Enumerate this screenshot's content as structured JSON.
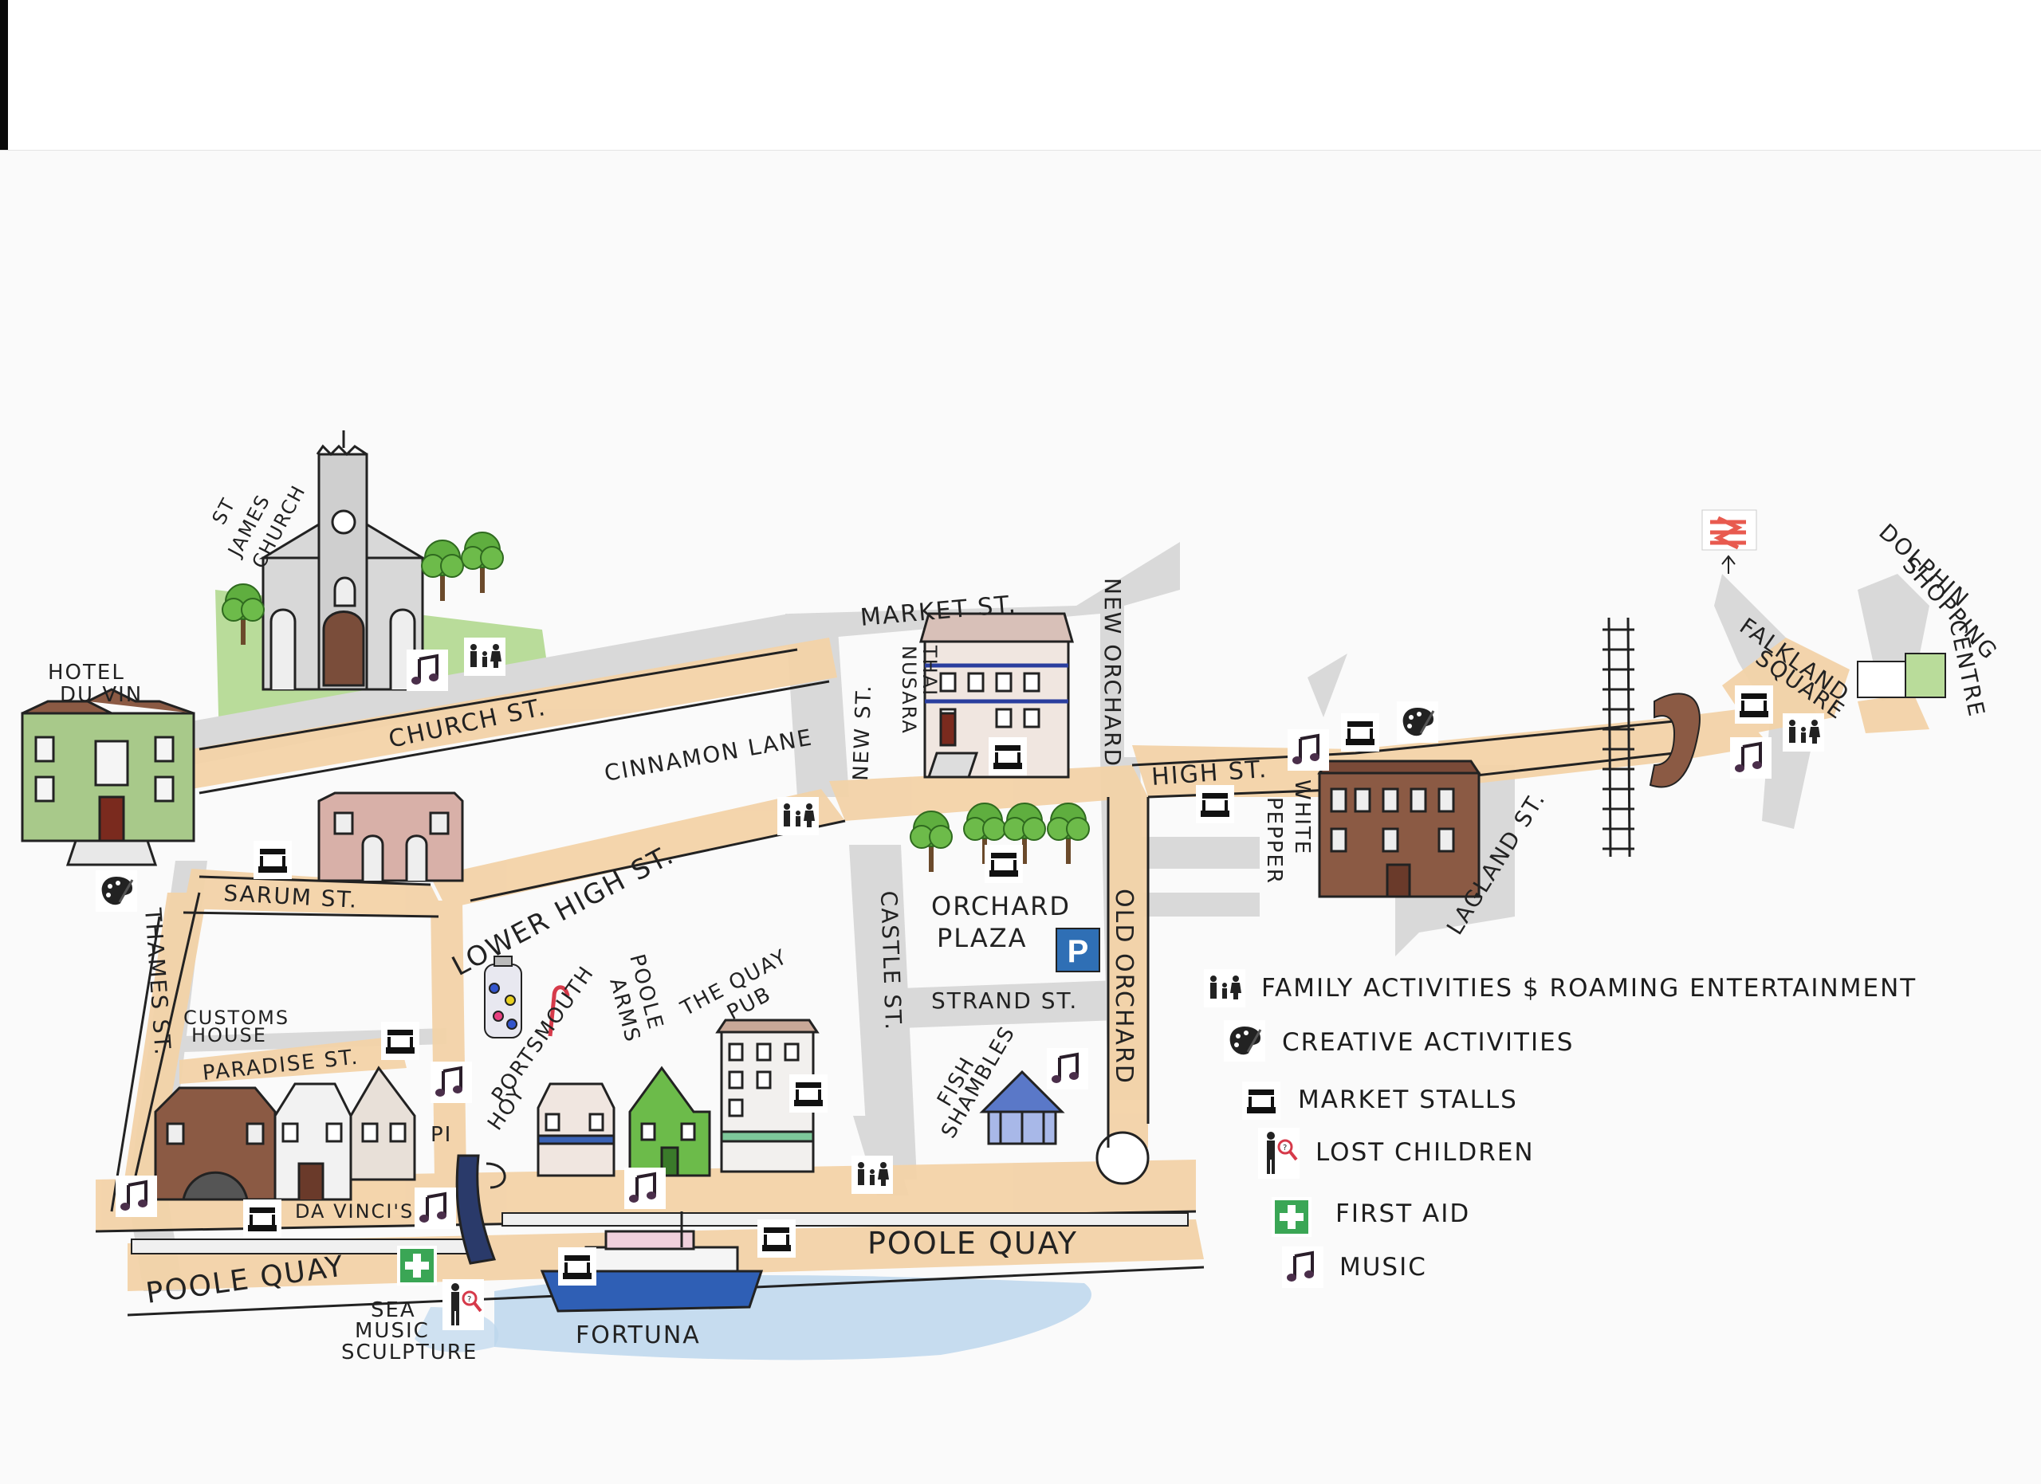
{
  "title": "",
  "labels": {
    "hotel_du_vin": [
      "HOTEL",
      "DU VIN"
    ],
    "st_james_church": [
      "ST",
      "JAMES",
      "CHURCH"
    ],
    "church_st": "CHURCH ST.",
    "market_st": "MARKET ST.",
    "cinnamon_lane": "CINNAMON LANE",
    "new_st": "NEW ST.",
    "nusara_thai": [
      "NUSARA",
      "THAI"
    ],
    "new_orchard": "NEW ORCHARD",
    "high_st": "HIGH ST.",
    "white_pepper": [
      "WHITE",
      "PEPPER"
    ],
    "lagland_st": "LAGLAND ST.",
    "falkland_square": [
      "FALKLAND",
      "SQUARE"
    ],
    "dolphin_shopping_centre": [
      "DOLPHIN",
      "SHOPPING",
      "CENTRE"
    ],
    "sarum_st": "SARUM ST.",
    "lower_high_st": "LOWER HIGH ST.",
    "thames_st": "THAMES ST.",
    "customs_house": [
      "CUSTOMS",
      "HOUSE"
    ],
    "paradise_st": "PARADISE ST.",
    "portsmouth_hoy": [
      "PORTSMOUTH",
      "HOY"
    ],
    "poole_arms": [
      "POOLE",
      "ARMS"
    ],
    "the_quay_pub": [
      "THE QUAY",
      "PUB"
    ],
    "castle_st": "CASTLE ST.",
    "orchard_plaza": [
      "ORCHARD",
      "PLAZA"
    ],
    "strand_st": "STRAND ST.",
    "old_orchard": "OLD ORCHARD",
    "fish_shambles": [
      "FISH",
      "SHAMBLES"
    ],
    "da_vincis": "DA VINCI'S",
    "pi": "PI",
    "poole_quay_left": "POOLE QUAY",
    "poole_quay_right": "POOLE QUAY",
    "sea_music_sculpture": [
      "SEA",
      "MUSIC",
      "SCULPTURE"
    ],
    "fortuna": "FORTUNA",
    "parking": "P"
  },
  "legend": [
    {
      "icon": "family-icon",
      "label": "FAMILY ACTIVITIES $ ROAMING ENTERTAINMENT"
    },
    {
      "icon": "palette-icon",
      "label": "CREATIVE ACTIVITIES"
    },
    {
      "icon": "market-stall-icon",
      "label": "MARKET STALLS"
    },
    {
      "icon": "lost-children-icon",
      "label": "LOST CHILDREN"
    },
    {
      "icon": "first-aid-icon",
      "label": "FIRST AID"
    },
    {
      "icon": "music-icon",
      "label": "MUSIC"
    }
  ],
  "colors": {
    "road_main": "#f3d3a8",
    "road_side": "#d9d9d9",
    "grass": "#b9dc9a",
    "tree": "#5fae3f",
    "brick": "#8b5a44",
    "water": "#bcd6ec",
    "parking": "#2f6fb5",
    "first_aid": "#3aa655",
    "rail": "#e85a4f"
  }
}
